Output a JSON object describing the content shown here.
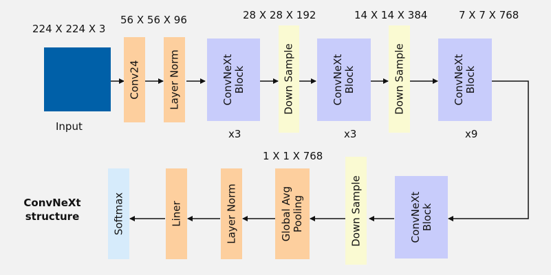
{
  "title": [
    "ConvNeXt",
    "structure"
  ],
  "top_row": {
    "input": {
      "label": "Input",
      "dims": "224 X 224 X 3"
    },
    "conv": {
      "label": "Conv24",
      "dims": "56 X 56 X 96"
    },
    "layernorm1": {
      "label": "Layer Norm"
    },
    "block1": {
      "label": [
        "ConvNeXt",
        "Block"
      ],
      "repeat": "x3"
    },
    "downsample1": {
      "label": "Down Sample",
      "dims": "28 X 28 X 192"
    },
    "block2": {
      "label": [
        "ConvNeXt",
        "Block"
      ],
      "repeat": "x3"
    },
    "downsample2": {
      "label": "Down Sample",
      "dims": "14 X 14 X 384"
    },
    "block3": {
      "label": [
        "ConvNeXt",
        "Block"
      ],
      "repeat": "x9",
      "dims": "7 X 7 X 768"
    }
  },
  "bottom_row": {
    "block4": {
      "label": [
        "ConvNeXt",
        "Block"
      ]
    },
    "downsample3": {
      "label": "Down Sample"
    },
    "pooling": {
      "label": [
        "Global Avg",
        "Pooling"
      ],
      "dims": "1 X 1 X 768"
    },
    "layernorm2": {
      "label": "Layer Norm"
    },
    "liner": {
      "label": "Liner"
    },
    "softmax": {
      "label": "Softmax"
    }
  },
  "colors": {
    "input": "#0060a8",
    "norm": "#fdcf9e",
    "block": "#c8ccfb",
    "downsample": "#fafad2",
    "softmax": "#d6ebfb",
    "background": "#f2f2f2"
  }
}
